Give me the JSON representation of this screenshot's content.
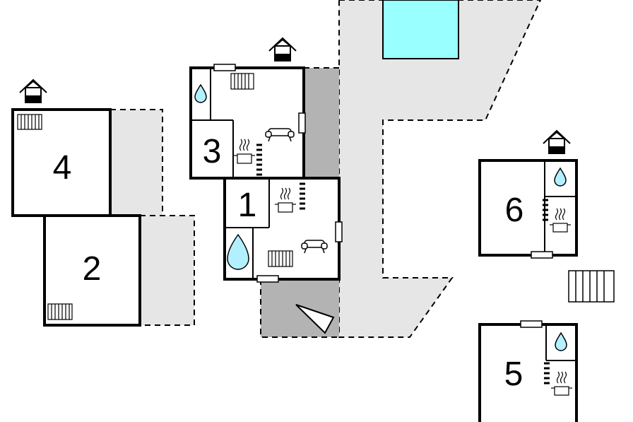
{
  "floorplan": {
    "rooms": [
      {
        "id": "room-4",
        "label": "4"
      },
      {
        "id": "room-2",
        "label": "2"
      },
      {
        "id": "room-3",
        "label": "3"
      },
      {
        "id": "room-1",
        "label": "1"
      },
      {
        "id": "room-6",
        "label": "6"
      },
      {
        "id": "room-5",
        "label": "5"
      }
    ]
  },
  "colors": {
    "wall": "#000000",
    "terrace_light": "#e6e6e6",
    "terrace_dark": "#b3b3b3",
    "pool": "#99ffff",
    "water": "#b3f0ff",
    "background": "#ffffff"
  },
  "icons": [
    "house-icon",
    "heater-icon",
    "water-drop-icon",
    "sofa-icon",
    "cooking-pot-icon",
    "window-icon",
    "pool",
    "stairs-icon",
    "door-swing-icon"
  ]
}
